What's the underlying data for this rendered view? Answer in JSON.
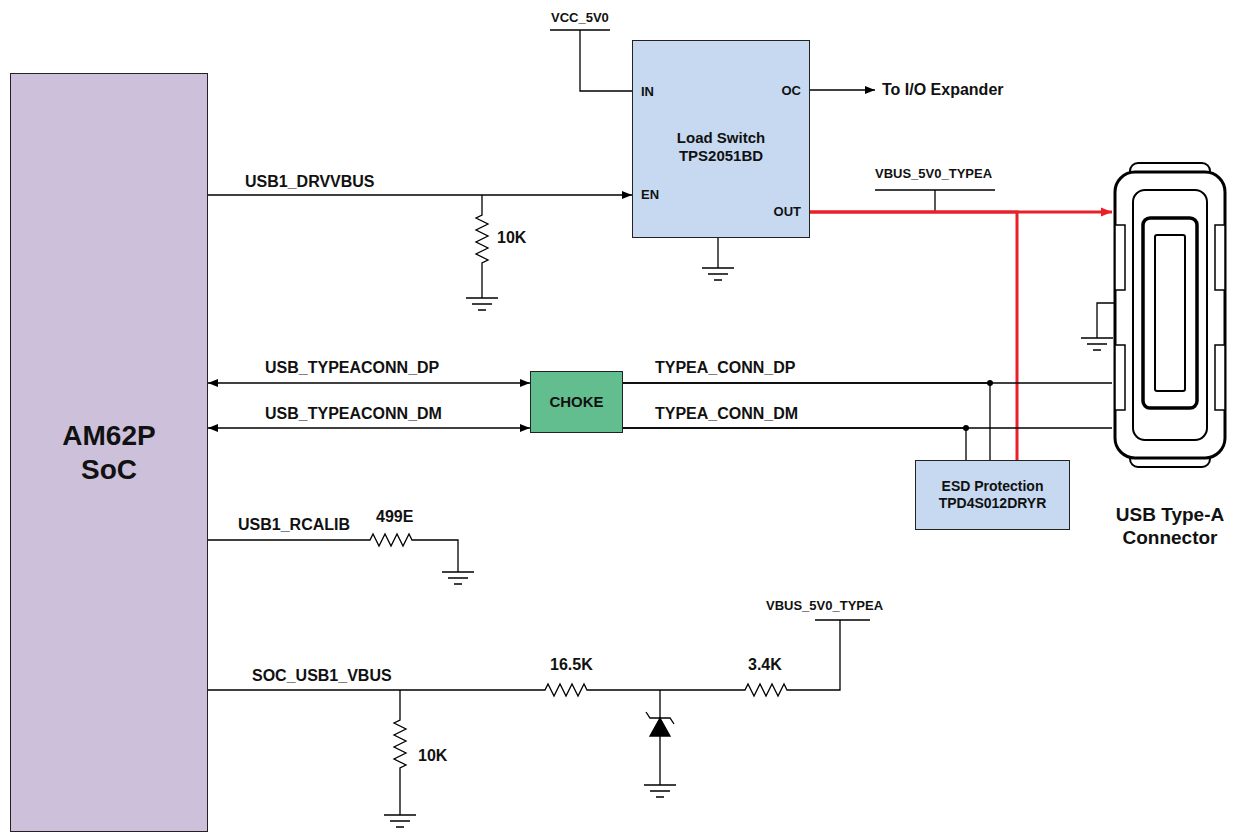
{
  "diagram": {
    "nodes": [
      {
        "text": [
          "AM62P SoC"
        ]
      },
      {
        "text": [
          "IN",
          "OC",
          "Load Switch TPS2051BD",
          "EN",
          "OUT"
        ]
      },
      {
        "text": [
          "CHOKE"
        ]
      },
      {
        "text": [
          "ESD Protection TPD4S012DRYR"
        ]
      },
      {
        "text": [
          "USB Type-A Connector"
        ]
      }
    ],
    "edges": [
      {
        "from": 0,
        "to": 1,
        "arrow": "to",
        "label": "USB1_DRVVBUS"
      },
      {
        "from": 1,
        "to": 4,
        "arrow": "to",
        "label": "VBUS_5V0_TYPEA"
      },
      {
        "from": 1,
        "to": 3,
        "arrow": "none"
      },
      {
        "from": 0,
        "to": 2,
        "arrow": "both",
        "label": "USB_TYPEACONN_DP"
      },
      {
        "from": 0,
        "to": 2,
        "arrow": "both",
        "label": "USB_TYPEACONN_DM"
      },
      {
        "from": 2,
        "to": 4,
        "arrow": "none",
        "label": "TYPEA_CONN_DP"
      },
      {
        "from": 2,
        "to": 3,
        "arrow": "none"
      },
      {
        "from": 2,
        "to": 4,
        "arrow": "none",
        "label": "TYPEA_CONN_DM"
      },
      {
        "from": 2,
        "to": 3,
        "arrow": "none"
      }
    ],
    "labels": [
      "VCC_5V0",
      "To I/O Expander",
      "10K",
      "USB1_RCALIB",
      "499E",
      "SOC_USB1_VBUS",
      "16.5K",
      "3.4K",
      "VBUS_5V0_TYPEA",
      "10K"
    ]
  }
}
